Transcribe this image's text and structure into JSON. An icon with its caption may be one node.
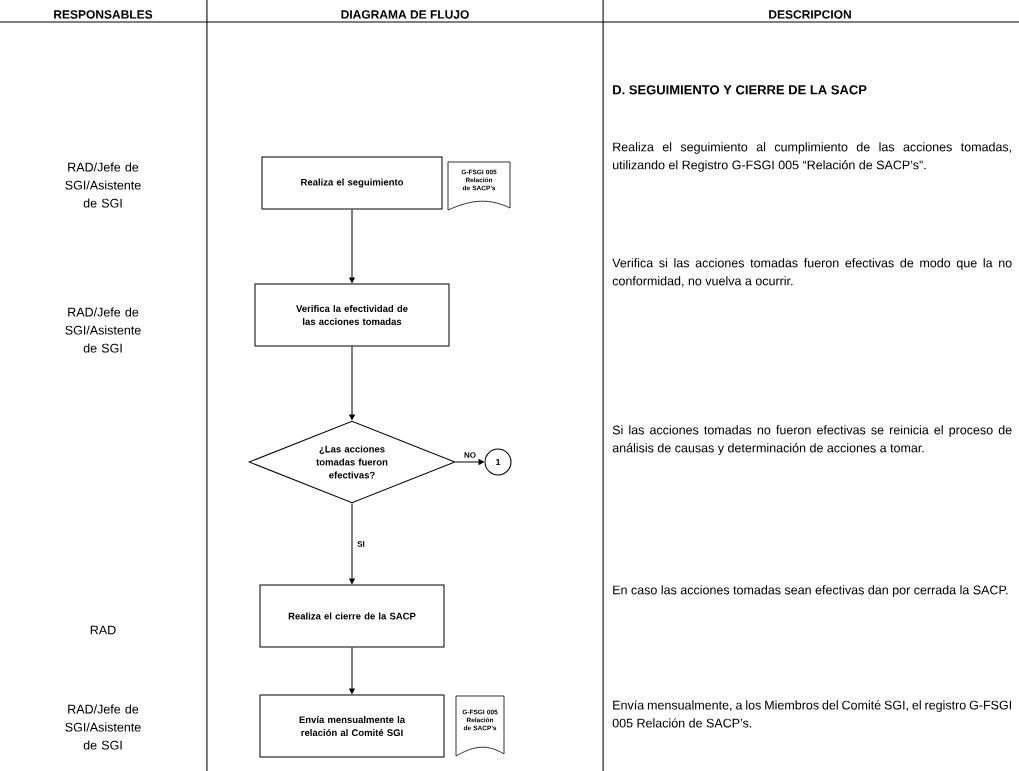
{
  "diagram": {
    "nodes": [
      {
        "text": [
          "Realiza el seguimiento"
        ]
      },
      {
        "text": [
          "G-FSGI 005 Relación de SACP’s"
        ]
      },
      {
        "text": [
          "Verifica la efectividad de las acciones tomadas"
        ]
      },
      {
        "text": [
          "¿Las acciones tomadas fueron efectivas?"
        ]
      },
      {
        "text": [
          "1"
        ]
      },
      {
        "text": [
          "Realiza el cierre de la SACP"
        ]
      },
      {
        "text": [
          "Envía mensualmente la relación  al Comité SGI"
        ]
      },
      {
        "text": [
          "G-FSGI 005 Relación de SACP’s"
        ]
      }
    ],
    "edges": [
      {
        "from": 0,
        "to": 2,
        "arrow": "to"
      },
      {
        "from": 2,
        "to": 3,
        "arrow": "to"
      },
      {
        "from": 3,
        "to": 4,
        "arrow": "to",
        "label": "NO"
      },
      {
        "from": 3,
        "to": 5,
        "arrow": "to",
        "label": "SI"
      },
      {
        "from": 5,
        "to": 6,
        "arrow": "to"
      }
    ],
    "labels": [
      "RESPONSABLES",
      "DIAGRAMA DE FLUJO",
      "DESCRIPCION",
      "D.  SEGUIMIENTO Y CIERRE DE LA SACP",
      "RAD/Jefe de SGI/Asistente de SGI",
      "Realiza el seguimiento al cumplimiento de las acciones tomadas, utilizando el Registro G-FSGI 005 “Relación de SACP’s”.",
      "RAD/Jefe de SGI/Asistente de SGI",
      "Verifica si las acciones tomadas fueron efectivas de modo que la no conformidad, no vuelva a ocurrir.",
      "Si las acciones tomadas no fueron efectivas se reinicia el proceso de análisis de causas y determinación de acciones a tomar.",
      "RAD",
      "En caso las acciones tomadas sean efectivas dan por cerrada la SACP.",
      "RAD/Jefe de SGI/Asistente de SGI",
      "Envía mensualmente, a los Miembros del Comité SGI, el registro  G-FSGI 005 Relación de SACP’s."
    ]
  }
}
